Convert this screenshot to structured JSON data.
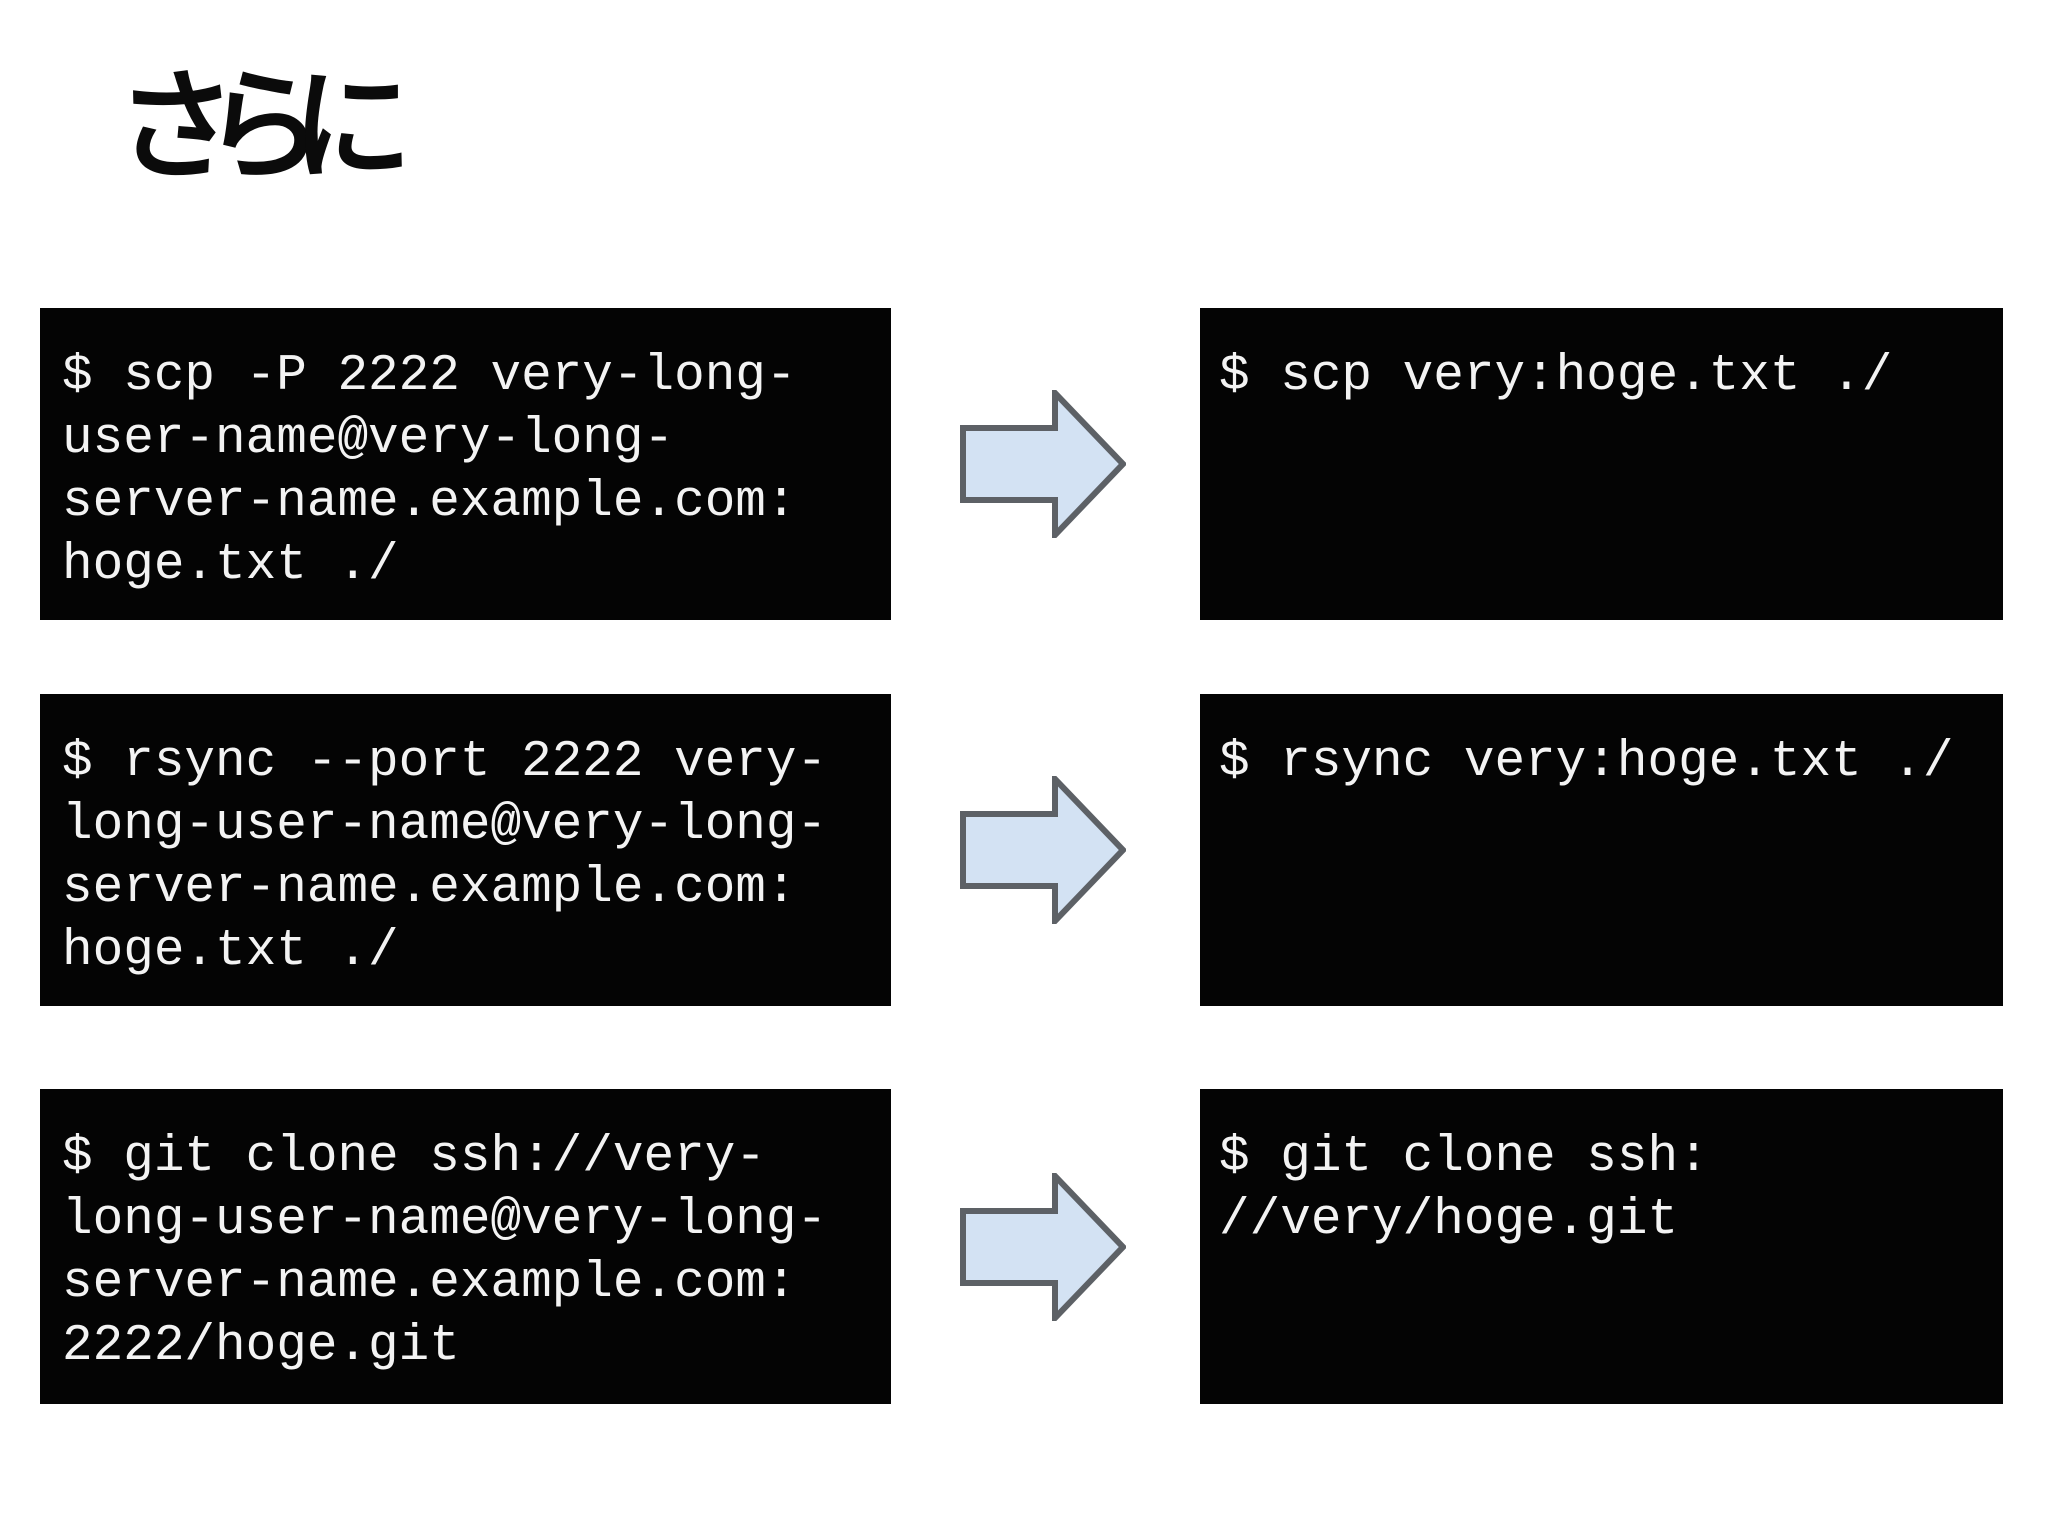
{
  "slide": {
    "title": "さらに",
    "background": "#ffffff",
    "colors": {
      "block_background": "#040404",
      "code_text": "#f3f3f3",
      "arrow_fill": "#d3e2f3",
      "arrow_stroke": "#5d6166",
      "title_text": "#0b0b0b"
    },
    "rows": [
      {
        "id": "scp",
        "long": {
          "lines": [
            "$ scp -P 2222 very-long-",
            "user-name@very-long-",
            "server-name.example.com:",
            "hoge.txt ./"
          ]
        },
        "arrow_icon": "right-arrow",
        "short": {
          "lines": [
            "$ scp very:hoge.txt ./"
          ]
        }
      },
      {
        "id": "rsync",
        "long": {
          "lines": [
            "$ rsync --port 2222 very-",
            "long-user-name@very-long-",
            "server-name.example.com:",
            "hoge.txt ./"
          ]
        },
        "arrow_icon": "right-arrow",
        "short": {
          "lines": [
            "$ rsync very:hoge.txt ./"
          ]
        }
      },
      {
        "id": "git",
        "long": {
          "lines": [
            "$ git clone ssh://very-",
            "long-user-name@very-long-",
            "server-name.example.com:",
            "2222/hoge.git"
          ]
        },
        "arrow_icon": "right-arrow",
        "short": {
          "lines": [
            "$ git clone ssh:",
            "//very/hoge.git"
          ]
        }
      }
    ]
  }
}
